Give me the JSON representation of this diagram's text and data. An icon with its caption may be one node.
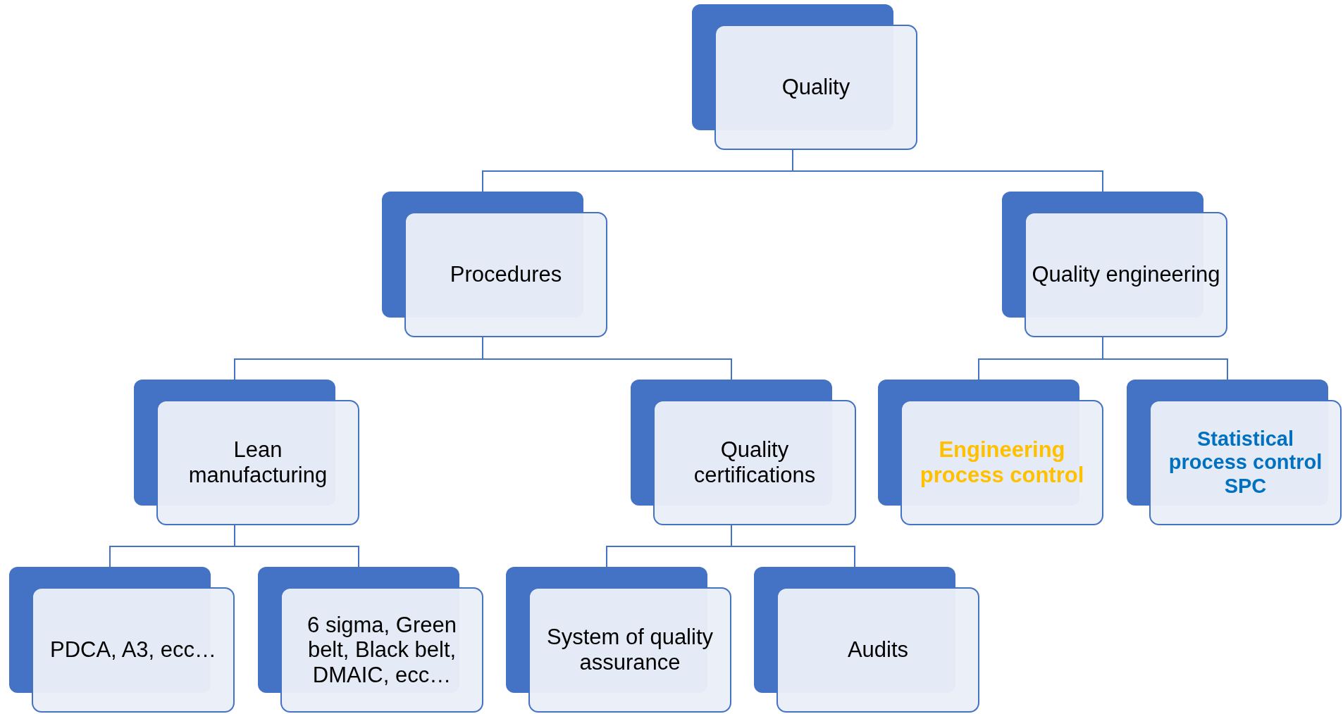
{
  "diagram": {
    "nodes": [
      {
        "text": [
          "Quality"
        ]
      },
      {
        "text": [
          "Procedures"
        ]
      },
      {
        "text": [
          "Quality engineering"
        ]
      },
      {
        "text": [
          "Lean manufacturing"
        ]
      },
      {
        "text": [
          "Quality certifications"
        ]
      },
      {
        "text": [
          "Engineering process control"
        ]
      },
      {
        "text": [
          "Statistical process control SPC"
        ]
      },
      {
        "text": [
          "PDCA, A3, ecc…"
        ]
      },
      {
        "text": [
          "6 sigma, Green belt, Black belt, DMAIC, ecc…"
        ]
      },
      {
        "text": [
          "System of quality assurance"
        ]
      },
      {
        "text": [
          "Audits"
        ]
      }
    ],
    "edges": [
      {
        "from": 0,
        "to": 1,
        "arrow": "none"
      },
      {
        "from": 0,
        "to": 2,
        "arrow": "none"
      },
      {
        "from": 1,
        "to": 3,
        "arrow": "none"
      },
      {
        "from": 1,
        "to": 4,
        "arrow": "none"
      },
      {
        "from": 2,
        "to": 5,
        "arrow": "none"
      },
      {
        "from": 2,
        "to": 6,
        "arrow": "none"
      },
      {
        "from": 3,
        "to": 7,
        "arrow": "none"
      },
      {
        "from": 3,
        "to": 8,
        "arrow": "none"
      },
      {
        "from": 4,
        "to": 9,
        "arrow": "none"
      },
      {
        "from": 4,
        "to": 10,
        "arrow": "none"
      }
    ]
  }
}
